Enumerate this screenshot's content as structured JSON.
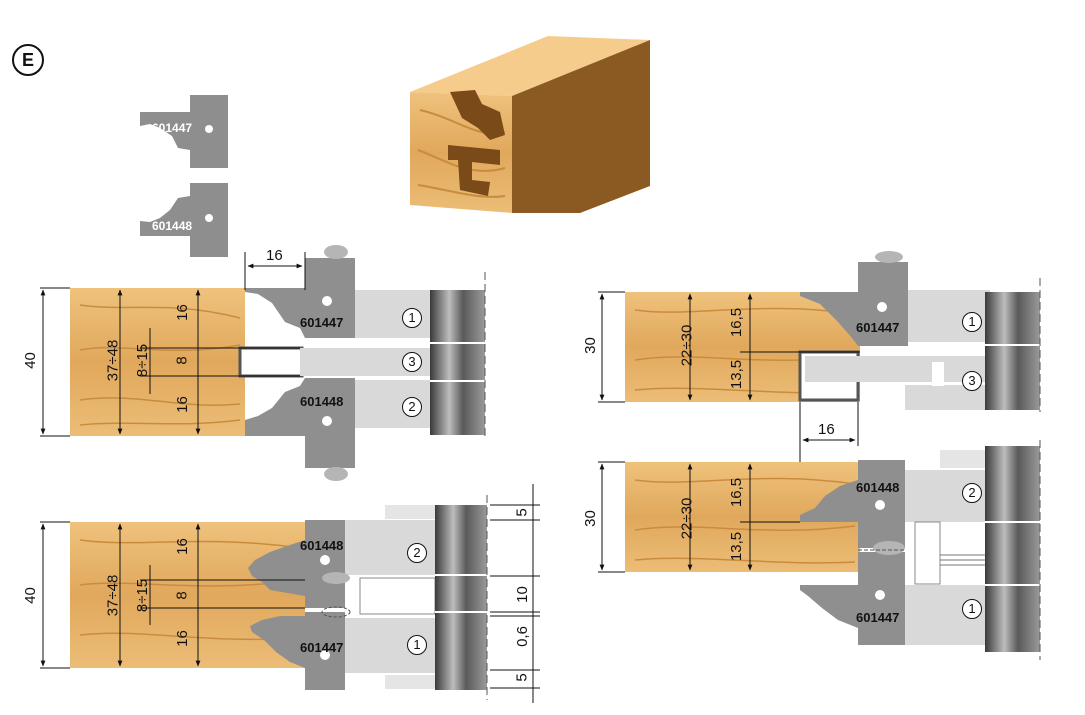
{
  "badge": "E",
  "cutters": {
    "upper": "601447",
    "lower": "601448"
  },
  "diagram_top_left": {
    "overall": "40",
    "range": "37÷48",
    "groove_range": "8÷15",
    "top": "16",
    "groove": "8",
    "bottom": "16",
    "setting": "16",
    "upper_cutter": "601447",
    "lower_cutter": "601448",
    "pos_1": "1",
    "pos_2": "2",
    "pos_3": "3"
  },
  "diagram_bottom_left": {
    "overall": "40",
    "range": "37÷48",
    "groove_range": "8÷15",
    "top": "16",
    "groove": "8",
    "bottom": "16",
    "upper_cutter": "601448",
    "lower_cutter": "601447",
    "pos_2": "2",
    "pos_1": "1",
    "spacer_top": "5",
    "spacer_mid": "10",
    "spacer_shim": "0,6",
    "spacer_bottom": "5"
  },
  "diagram_top_right": {
    "overall": "30",
    "range": "22÷30",
    "top": "16,5",
    "bottom": "13,5",
    "setting": "16",
    "cutter": "601447",
    "pos_1": "1",
    "pos_3": "3"
  },
  "diagram_bottom_right": {
    "overall": "30",
    "range": "22÷30",
    "top": "16,5",
    "bottom": "13,5",
    "upper_cutter": "601448",
    "lower_cutter": "601447",
    "pos_2": "2",
    "pos_1": "1"
  },
  "colors": {
    "wood": "#e7b46a",
    "wood_grain": "#c98c3f",
    "cutter": "#8f8f8f",
    "body": "#d9d9d9",
    "shaft": "#6d6d6d",
    "line": "#111111"
  }
}
